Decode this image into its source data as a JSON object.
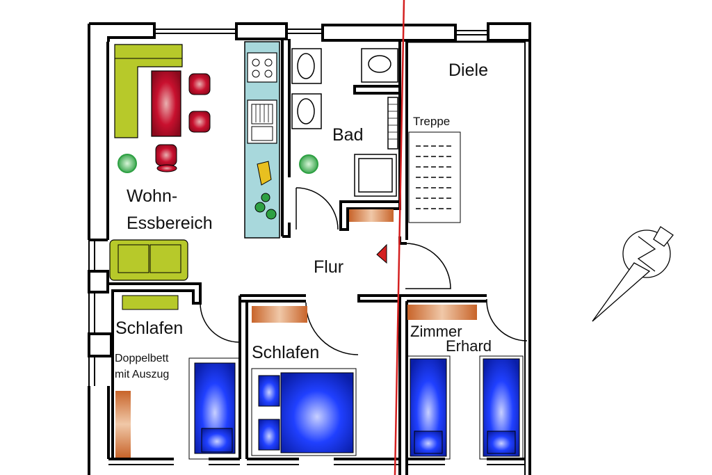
{
  "rooms": {
    "wohn_line1": "Wohn-",
    "wohn_line2": "Essbereich",
    "bad": "Bad",
    "diele": "Diele",
    "treppe": "Treppe",
    "flur": "Flur",
    "schlafen_left": "Schlafen",
    "schlafen_mid": "Schlafen",
    "doppelbett_line1": "Doppelbett",
    "doppelbett_line2": "mit Auszug",
    "zimmer_line1": "Zimmer",
    "zimmer_line2": "Erhard"
  },
  "icons": {
    "compass": "north-arrow-icon",
    "plant": "plant-icon",
    "entrance": "entrance-triangle-icon"
  },
  "colors": {
    "wall": "#000000",
    "sofa": "#b7c92a",
    "table": "#c8102e",
    "bed": "#1f3bff",
    "wardrobe": "#c8642a",
    "kitchen": "#a8d8dc",
    "plant": "#2ea043",
    "section_line": "#d42020"
  }
}
